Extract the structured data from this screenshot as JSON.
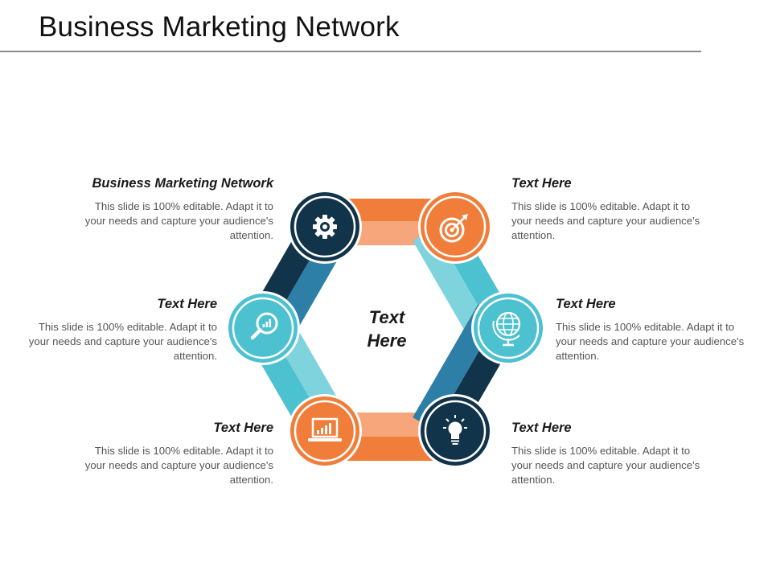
{
  "slide": {
    "title": "Business Marketing Network",
    "center_label_line1": "Text",
    "center_label_line2": "Here"
  },
  "nodes": [
    {
      "id": "top-left",
      "title": "Business Marketing Network",
      "body": "This slide is 100% editable. Adapt it to your needs and capture your audience's attention.",
      "icon": "gear-icon",
      "color": "#12344a"
    },
    {
      "id": "top-right",
      "title": "Text Here",
      "body": "This slide is 100% editable. Adapt it to your needs and capture your audience's attention.",
      "icon": "target-icon",
      "color": "#f07e3a"
    },
    {
      "id": "middle-left",
      "title": "Text Here",
      "body": "This slide is 100% editable. Adapt it to your needs and capture your audience's attention.",
      "icon": "search-chart-icon",
      "color": "#4cc1cf"
    },
    {
      "id": "middle-right",
      "title": "Text Here",
      "body": "This slide is 100% editable. Adapt it to your needs and capture your audience's attention.",
      "icon": "globe-icon",
      "color": "#4cc1cf"
    },
    {
      "id": "bottom-left",
      "title": "Text Here",
      "body": "This slide is 100% editable. Adapt it to your needs and capture your audience's attention.",
      "icon": "laptop-chart-icon",
      "color": "#f07e3a"
    },
    {
      "id": "bottom-right",
      "title": "Text Here",
      "body": "This slide is 100% editable. Adapt it to your needs and capture your audience's attention.",
      "icon": "lightbulb-icon",
      "color": "#12344a"
    }
  ],
  "colors": {
    "navy": "#12344a",
    "navy_light": "#2e7fa8",
    "orange": "#f07e3a",
    "orange_light": "#f7a57a",
    "teal": "#4cc1cf",
    "teal_light": "#7ed3dd"
  }
}
